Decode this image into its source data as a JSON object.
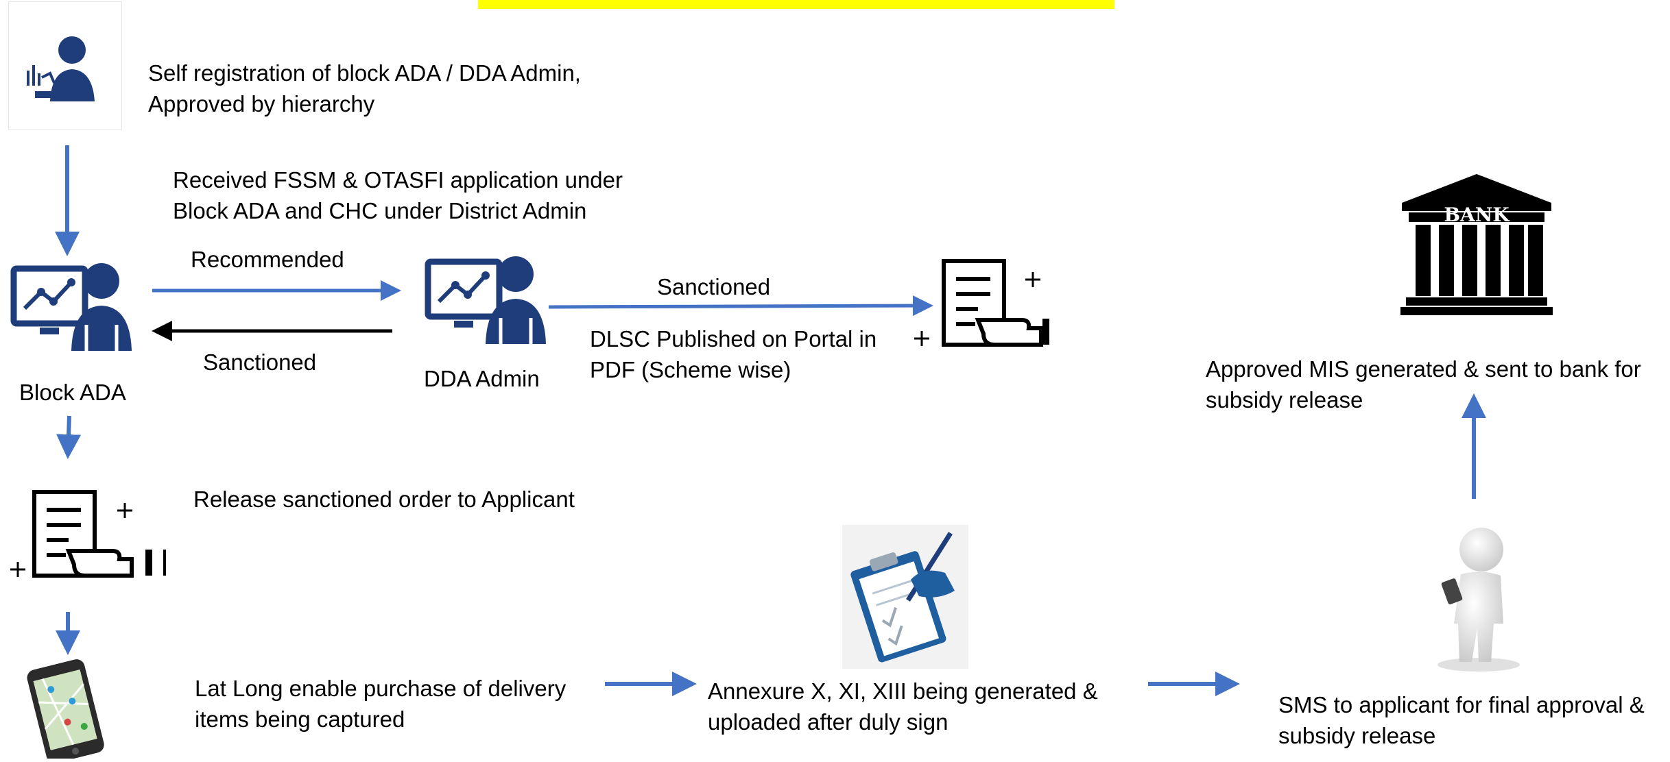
{
  "steps": {
    "self_registration": "Self registration of block ADA / DDA Admin,",
    "self_registration_2": "Approved by hierarchy",
    "received_app": "Received FSSM & OTASFI application under",
    "received_app_2": "Block ADA and CHC under District Admin",
    "release_order": "Release sanctioned order to Applicant",
    "latlong": "Lat Long enable purchase of delivery",
    "latlong_2": "items being captured",
    "annexure": "Annexure X, XI, XIII being generated &",
    "annexure_2": "uploaded after duly sign",
    "sms": "SMS to applicant for final approval &",
    "sms_2": "subsidy release",
    "mis": "Approved MIS generated & sent to bank for",
    "mis_2": "subsidy release",
    "dlsc": "DLSC Published on Portal in",
    "dlsc_2": "PDF (Scheme wise)"
  },
  "edges": {
    "recommended": "Recommended",
    "sanctioned_back": "Sanctioned",
    "sanctioned_forward": "Sanctioned"
  },
  "actors": {
    "block_ada": "Block ADA",
    "dda_admin": "DDA Admin"
  },
  "bank_label": "BANK",
  "colors": {
    "arrow_blue": "#4472c4",
    "icon_navy": "#1f3d7a",
    "banner_yellow": "#ffff00"
  }
}
